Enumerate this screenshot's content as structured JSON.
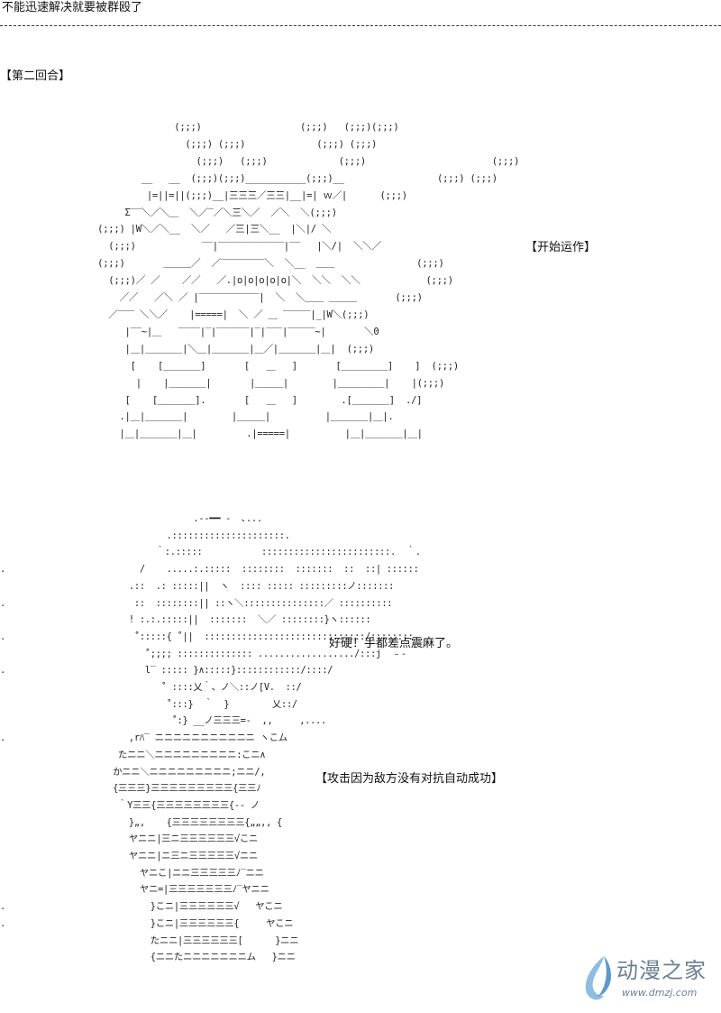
{
  "page": {
    "title": "不能迅速解决就要被群殴了",
    "round_label": "【第二回合】"
  },
  "captions": {
    "start_running": "【开始运作】",
    "so_hard": "好硬！手都差点震麻了。",
    "attack_failed": "【攻击因为敌方没有对抗自动成功】"
  },
  "art": {
    "mech": "                (;;;)                  (;;;)   (;;;)(;;;)\n                  (;;;) (;;;)             (;;;) (;;;)\n                    (;;;)   (;;;)             (;;;)                       (;;;)\n          __   __  (;;;)(;;;)___________(;;;)__                 (;;;) (;;;)\n           |=||=||(;;;)__|三三三／三三|__|=| ｗ／|      (;;;)\n       Σ‾‾＼／＼＿  ＼／‾／＼三＼／  ／＼  ＼(;;;)\n  (;;;) |W＼／＼__  ＼／   ／三|三＼__  |＼|/ ＼\n    (;;;)            ‾‾|‾‾‾‾‾‾‾‾‾‾‾‾|‾‾   |＼/|  ＼＼／\n  (;;;)       ＿＿＿／  ／‾‾‾‾‾‾‾‾＼  ＼__  ＿＿               (;;;)\n    (;;;)／ ／    ／／   ／.|o|o|o|o|o|＼  ＼＼  ＼＼            (;;;)\n      ／／   ／＼ ／ |‾‾‾‾‾‾‾‾‾‾‾|  ＼  ＼＿＿ ＿＿＿       (;;;)\n    ／‾‾‾ ＼＼／    |=====|  ＼ ／ ＿ ‾‾‾‾‾|_|W＼(;;;)\n       |‾‾~|＿   ‾‾‾‾|‾|‾‾‾‾‾‾|‾|‾‾‾|‾‾‾‾‾~|       ＼0\n       |＿|＿＿＿＿|＼＿|＿＿＿＿|＿／|＿＿＿＿|＿|  (;;;)\n        [    [＿＿＿＿]       [   ＿   ]       [＿＿＿＿＿]    ]  (;;;)\n         |    |＿＿＿＿|       |＿＿＿|        |＿＿＿＿＿|    |(;;;)\n       [    [＿＿＿＿].       [   ＿   ]        .[＿＿＿＿]  ./]\n      .|＿|＿＿＿＿|        |＿＿＿|          |＿＿＿＿|＿|.\n      |＿|＿＿＿＿|＿|         .|=====|          |＿|＿＿＿＿|＿|",
    "figure": "                                    .-‐━━ -  ､...\n                               .:::::::::::::::::::::.\n                             ｀:.:::::           ::::::::::::::::::::::::.  ｀.\n.                         /    .....:.:::::  ::::::::  :::::::  ::  ::| ::::::\n                        .::  .: :::::||  ヽ  :::: ::::: :::::::::ノ:::::::\n.                        ::  ::::::::|| ::ヽ＼:::::::::::::::／ ::::::::::\n                        ! :.:.:::::||  :::::::  ＼／ ::::::::}ヽ::::::\n.                        ˚:::::{ ˚||  ::::::::::::::::::::::::::::::/::::::::\n                           ˚;;;; :::::::::::::: ................../:::j  ﹣-\n.                          l‾ ::::: }∧:::::}::::::::::::/::::/\n                              ˚ ::::乂｀、ノ＼::ノ[V.  ::/\n                               ˚:::}  ｀  }        乂::/\n                                ˚:} __ノ三三三=-  ,,     ,....\n.                       ,rﾊ‾ ニニニニニニニニニニニ ヽこム\n                      たニニ＼ニニニニニニニニニ:こニ∧\n                     かニニ＼ニニニニニニニニニ;ニニ/,\n                     {三三三}三三三三三三三三三{三三ﾉ\n                      ｀Y三三{三三三三三三三三{‐‐ ノ\n                        }„,    {三三三三三三三三{„„,, {\n                        ヤニニ|三ニ三三三三三三√こニ\n                        ヤニニ|ニ三ニ三三三三三√ニニ\n                          ヤニこ|ニニ三三三三三ﾉ‾ニニ\n                          ヤニ=|三三三三三三三ﾉ‾ヤニニ\n.                           }こニ|三三三三三三√   ヤこニ\n.                           }こニ|三三三三三三{     ヤこニ\n                            たニニ|三三三三三三[      }ニニ\n                            {ニニたニニニニニニニム   }ニニ"
  },
  "watermark": {
    "brand": "动漫之家",
    "url": "www.dmzj.com",
    "leaf_color": "#7fb0d6",
    "text_color": "#6a7f92"
  }
}
